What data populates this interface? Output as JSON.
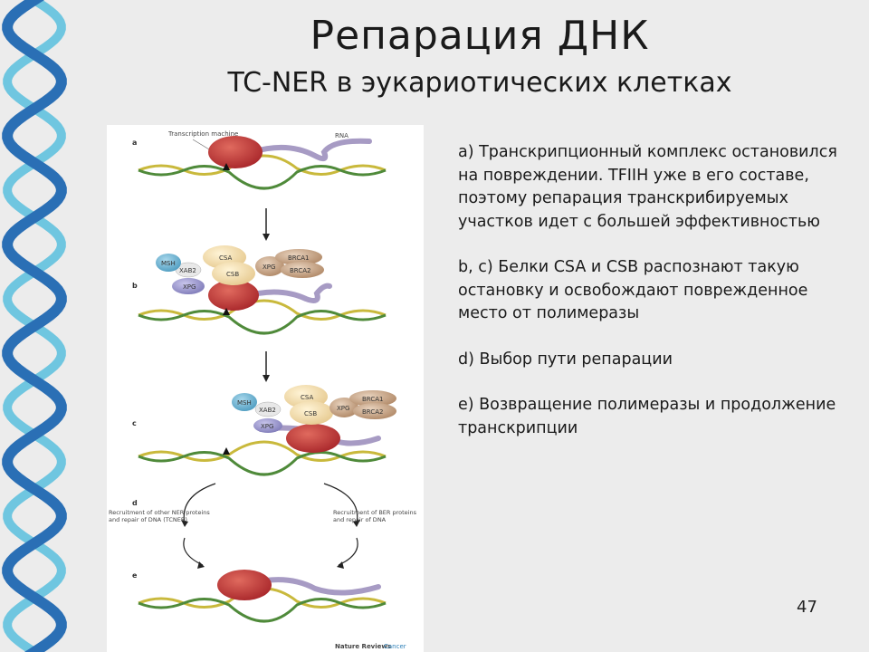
{
  "slide": {
    "title": "Репарация ДНК",
    "subtitle": "TC-NER в эукариотических клетках",
    "page_number": "47"
  },
  "figure": {
    "panel_letters": [
      "a",
      "b",
      "c",
      "d",
      "e"
    ],
    "labels": {
      "transcription_machine": "Transcription machine",
      "rna": "RNA",
      "left_pathway": "Recruitment of other NER proteins and repair of DNA (TCNER)",
      "right_pathway": "Recruitment of BER proteins and repair of DNA",
      "credit_source": "Nature Reviews",
      "credit_journal": "Cancer"
    },
    "proteins": {
      "msh": "MSH",
      "xab2": "XAB2",
      "csa": "CSA",
      "csb": "CSB",
      "xpg": "XPG",
      "brca1": "BRCA1",
      "brca2": "BRCA2"
    },
    "colors": {
      "dna_green": "#4f8a3a",
      "dna_yellow": "#c9b93c",
      "polymerase_red": "#c83a3a",
      "rna_lavender": "#a79bc4",
      "csa_cream": "#f3dfb0",
      "msh_blue": "#6fb7d6",
      "xpg_purple": "#9d9ad0",
      "brca_tan": "#c9a98a"
    }
  },
  "text": {
    "paragraphs": [
      "a) Транскрипционный комплекс остановился на повреждении. TFIIH уже в его составе, поэтому репарация транскрибируемых участков идет с большей эффективностью",
      "b, c) Белки CSA и CSB распознают такую остановку и освобождают поврежденное место от полимеразы",
      "d) Выбор пути репарации",
      "e) Возвращение полимеразы и продолжение транскрипции"
    ]
  }
}
